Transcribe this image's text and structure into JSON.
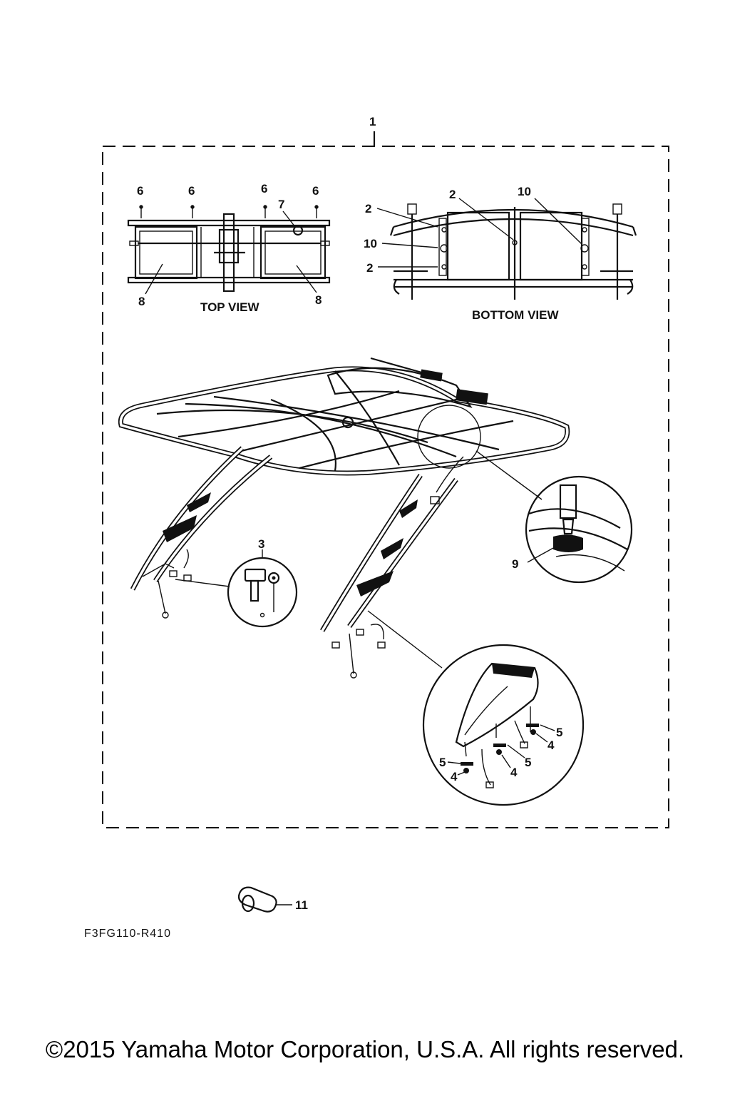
{
  "diagram": {
    "callouts": {
      "c1": "1",
      "c2a": "2",
      "c2b": "2",
      "c2c": "2",
      "c3": "3",
      "c4a": "4",
      "c4b": "4",
      "c4c": "4",
      "c5a": "5",
      "c5b": "5",
      "c5c": "5",
      "c6a": "6",
      "c6b": "6",
      "c6c": "6",
      "c6d": "6",
      "c7": "7",
      "c8a": "8",
      "c8b": "8",
      "c9": "9",
      "c10a": "10",
      "c10b": "10",
      "c11": "11"
    },
    "views": {
      "top": "TOP VIEW",
      "bottom": "BOTTOM VIEW"
    },
    "drawing_code": "F3FG110-R410",
    "copyright": "©2015 Yamaha Motor Corporation, U.S.A. All rights reserved."
  }
}
